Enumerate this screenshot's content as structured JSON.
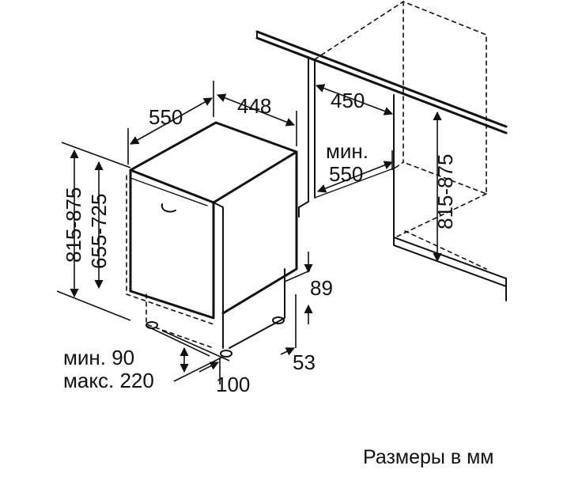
{
  "diagram": {
    "labels": {
      "depth": "550",
      "width": "448",
      "niche_width": "450",
      "niche_depth_prefix": "мин.",
      "niche_depth": "550",
      "niche_height": "815-875",
      "height_left": "815-875",
      "height_door": "655-725",
      "plinth_height": "89",
      "foot_depth": "53",
      "plinth_min": "мин. 90",
      "plinth_max": "макс. 220",
      "plinth_depth": "100"
    },
    "caption": "Размеры в мм",
    "colors": {
      "line": "#111111",
      "background": "#ffffff"
    }
  }
}
